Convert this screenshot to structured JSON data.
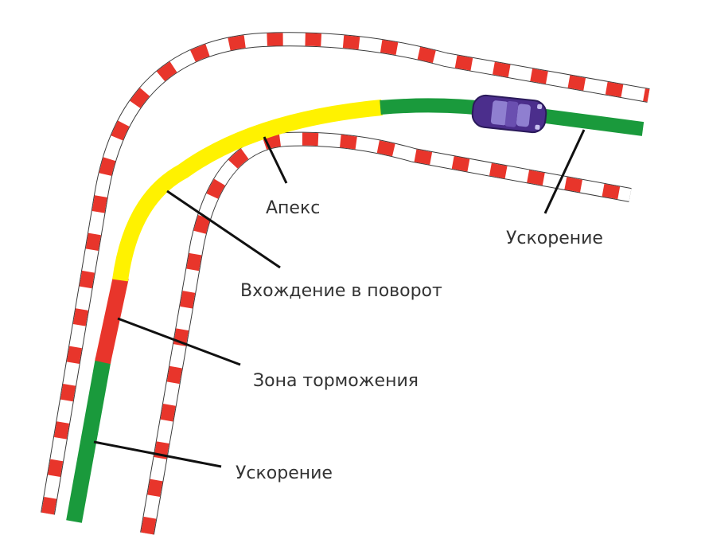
{
  "labels": {
    "apex": "Апекс",
    "accel_exit": "Ускорение",
    "turn_in": "Вхождение в поворот",
    "braking": "Зона торможения",
    "accel_entry": "Ускорение"
  },
  "colors": {
    "curb_red": "#e8352b",
    "curb_outline": "#3a3a3a",
    "accel_green": "#1a9a3c",
    "braking_red": "#e8352b",
    "turn_in_yellow": "#fff200",
    "car_body": "#4b2e8c",
    "leader_line": "#111111",
    "label_text": "#333333"
  },
  "icons": {
    "car": "car-top-view-icon"
  }
}
